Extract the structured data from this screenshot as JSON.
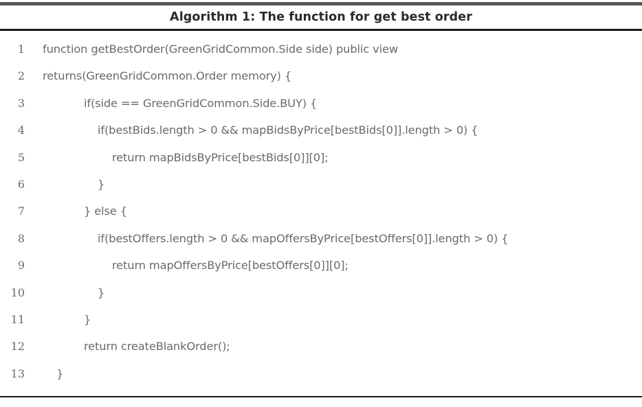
{
  "algorithm": {
    "caption": "Algorithm 1: The function for get best order",
    "rules": {
      "top_color": "#565656",
      "caption_rule_color": "#1a1a1a",
      "bottom_rule_color": "#1a1a1a"
    },
    "text_color": "#6a6a6a",
    "caption_color": "#2b2b2b",
    "background": "#ffffff",
    "lines": [
      {
        "no": "1",
        "indent": 0,
        "code": "function getBestOrder(GreenGridCommon.Side side) public view"
      },
      {
        "no": "2",
        "indent": 0,
        "code": "returns(GreenGridCommon.Order memory) {"
      },
      {
        "no": "3",
        "indent": 3,
        "code": "if(side == GreenGridCommon.Side.BUY) {"
      },
      {
        "no": "4",
        "indent": 4,
        "code": "if(bestBids.length > 0 && mapBidsByPrice[bestBids[0]].length > 0) {"
      },
      {
        "no": "5",
        "indent": 5,
        "code": "return mapBidsByPrice[bestBids[0]][0];"
      },
      {
        "no": "6",
        "indent": 4,
        "code": "}"
      },
      {
        "no": "7",
        "indent": 3,
        "code": "} else {"
      },
      {
        "no": "8",
        "indent": 4,
        "code": "if(bestOffers.length > 0 && mapOffersByPrice[bestOffers[0]].length > 0) {"
      },
      {
        "no": "9",
        "indent": 5,
        "code": "return mapOffersByPrice[bestOffers[0]][0];"
      },
      {
        "no": "10",
        "indent": 4,
        "code": "}"
      },
      {
        "no": "11",
        "indent": 3,
        "code": "}"
      },
      {
        "no": "12",
        "indent": 3,
        "code": "return createBlankOrder();"
      },
      {
        "no": "13",
        "indent": 1,
        "code": "}"
      }
    ]
  }
}
